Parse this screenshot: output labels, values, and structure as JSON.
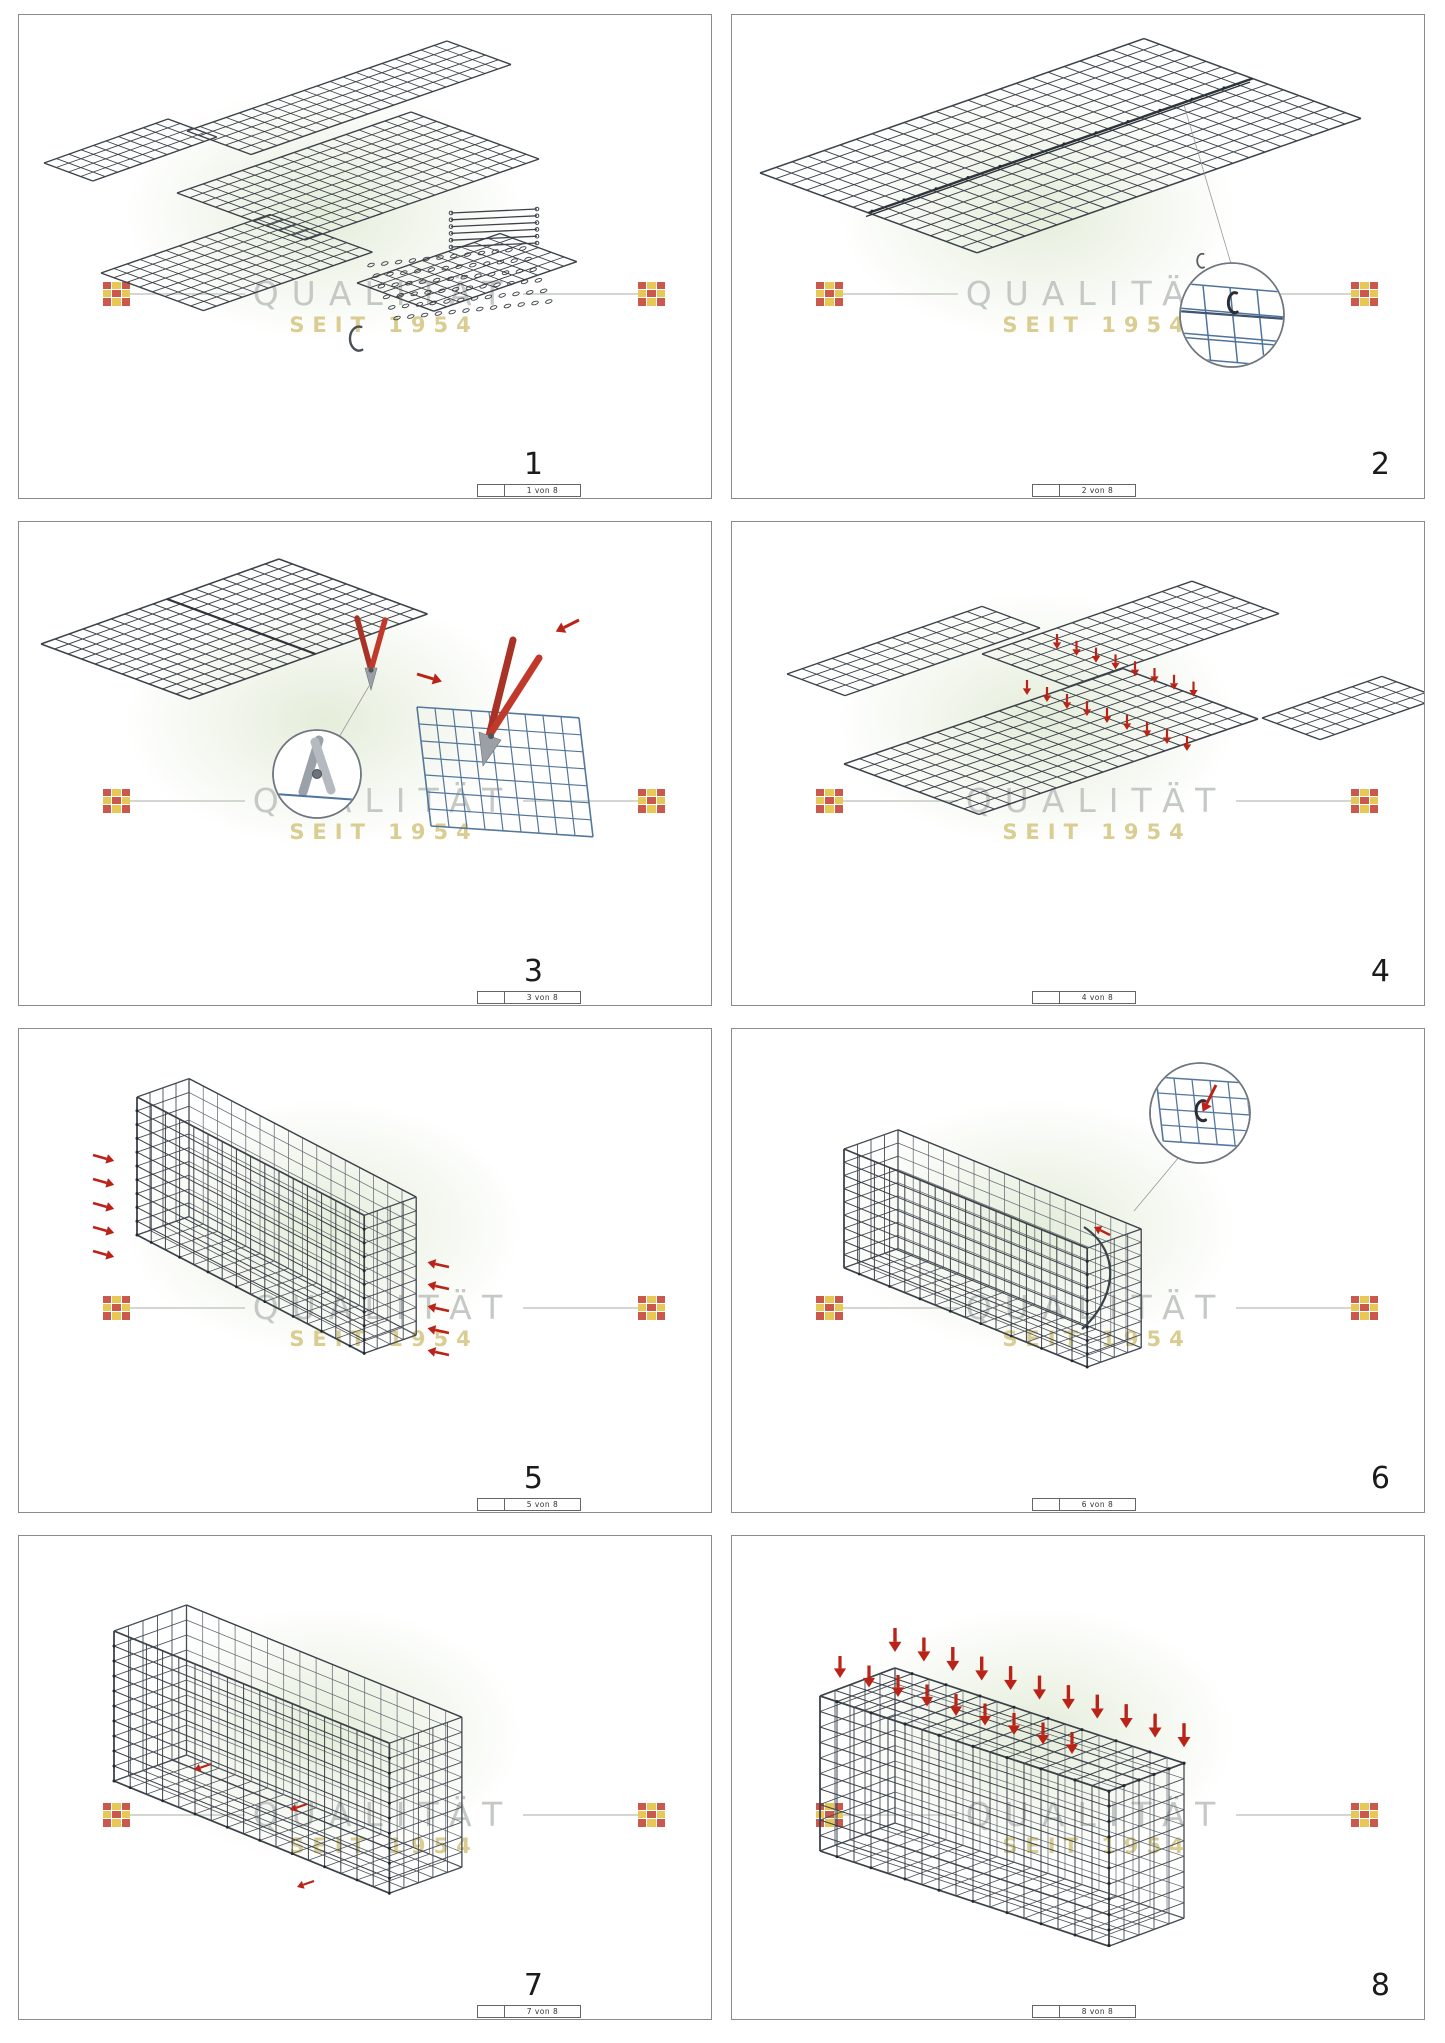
{
  "colors": {
    "wire": "#3b424a",
    "wire_light": "#5d646d",
    "accent_red": "#ba2318",
    "mesh_blue": "#4f739b",
    "watermark_gray": "#c5c9c5",
    "watermark_gold": "#d9cd92",
    "logo_red": "#c23b2e",
    "logo_gold": "#e2bf3a"
  },
  "watermark": {
    "title": "QUALITÄT",
    "subtitle": "SEIT 1954"
  },
  "panels": [
    {
      "step": "1",
      "page": "1 von 8"
    },
    {
      "step": "2",
      "page": "2 von 8"
    },
    {
      "step": "3",
      "page": "3 von 8"
    },
    {
      "step": "4",
      "page": "4 von 8"
    },
    {
      "step": "5",
      "page": "5 von 8"
    },
    {
      "step": "6",
      "page": "6 von 8"
    },
    {
      "step": "7",
      "page": "7 von 8"
    },
    {
      "step": "8",
      "page": "8 von 8"
    }
  ]
}
